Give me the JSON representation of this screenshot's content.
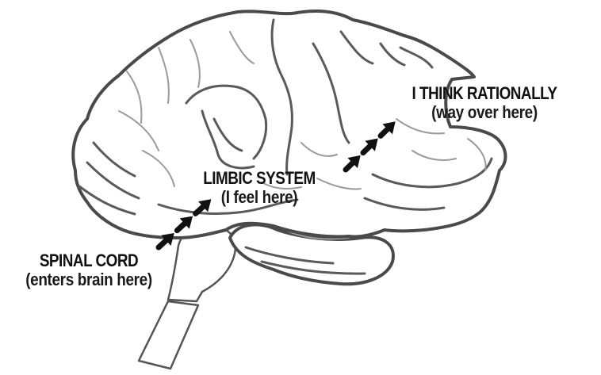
{
  "diagram": {
    "subject": "Human brain (side view) with signal path",
    "colors": {
      "outline": "#4a4a4a",
      "fold_lines": "#5a5a5a",
      "text": "#111111",
      "arrows": "#111111",
      "background": "#ffffff"
    },
    "labels": {
      "spinal_cord": {
        "title": "SPINAL CORD",
        "subtitle": "(enters brain here)"
      },
      "limbic_system": {
        "title": "LIMBIC SYSTEM",
        "subtitle": "(I feel here)"
      },
      "rational": {
        "title": "I THINK RATIONALLY",
        "subtitle": "(way over here)"
      }
    },
    "arrow_groups": [
      {
        "name": "spinal-to-limbic",
        "from": "SPINAL CORD",
        "to": "LIMBIC SYSTEM",
        "count": 3
      },
      {
        "name": "limbic-to-rational",
        "from": "LIMBIC SYSTEM",
        "to": "I THINK RATIONALLY",
        "count": 3
      }
    ],
    "icons": {
      "arrow": "arrow-up-right-icon",
      "brain": "brain-icon"
    }
  }
}
